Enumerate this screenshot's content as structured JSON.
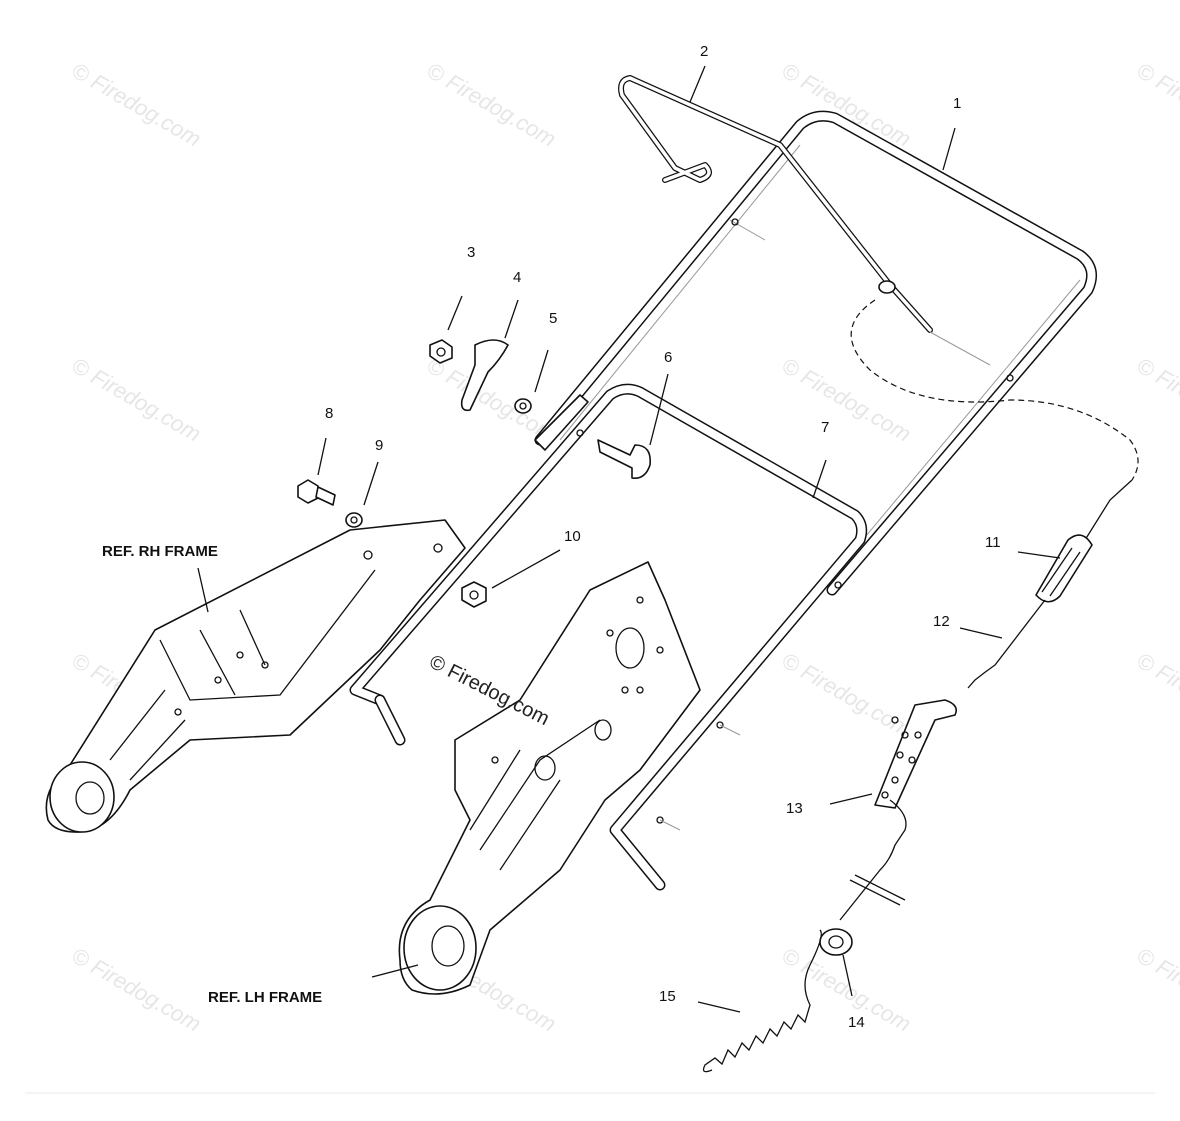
{
  "watermark": {
    "text": "© Firedog.com",
    "center_text": "© Firedog.com"
  },
  "labels": {
    "rh_frame": "REF. RH FRAME",
    "lh_frame": "REF. LH FRAME"
  },
  "callouts": [
    "1",
    "2",
    "3",
    "4",
    "5",
    "6",
    "7",
    "8",
    "9",
    "10",
    "11",
    "12",
    "13",
    "14",
    "15"
  ]
}
